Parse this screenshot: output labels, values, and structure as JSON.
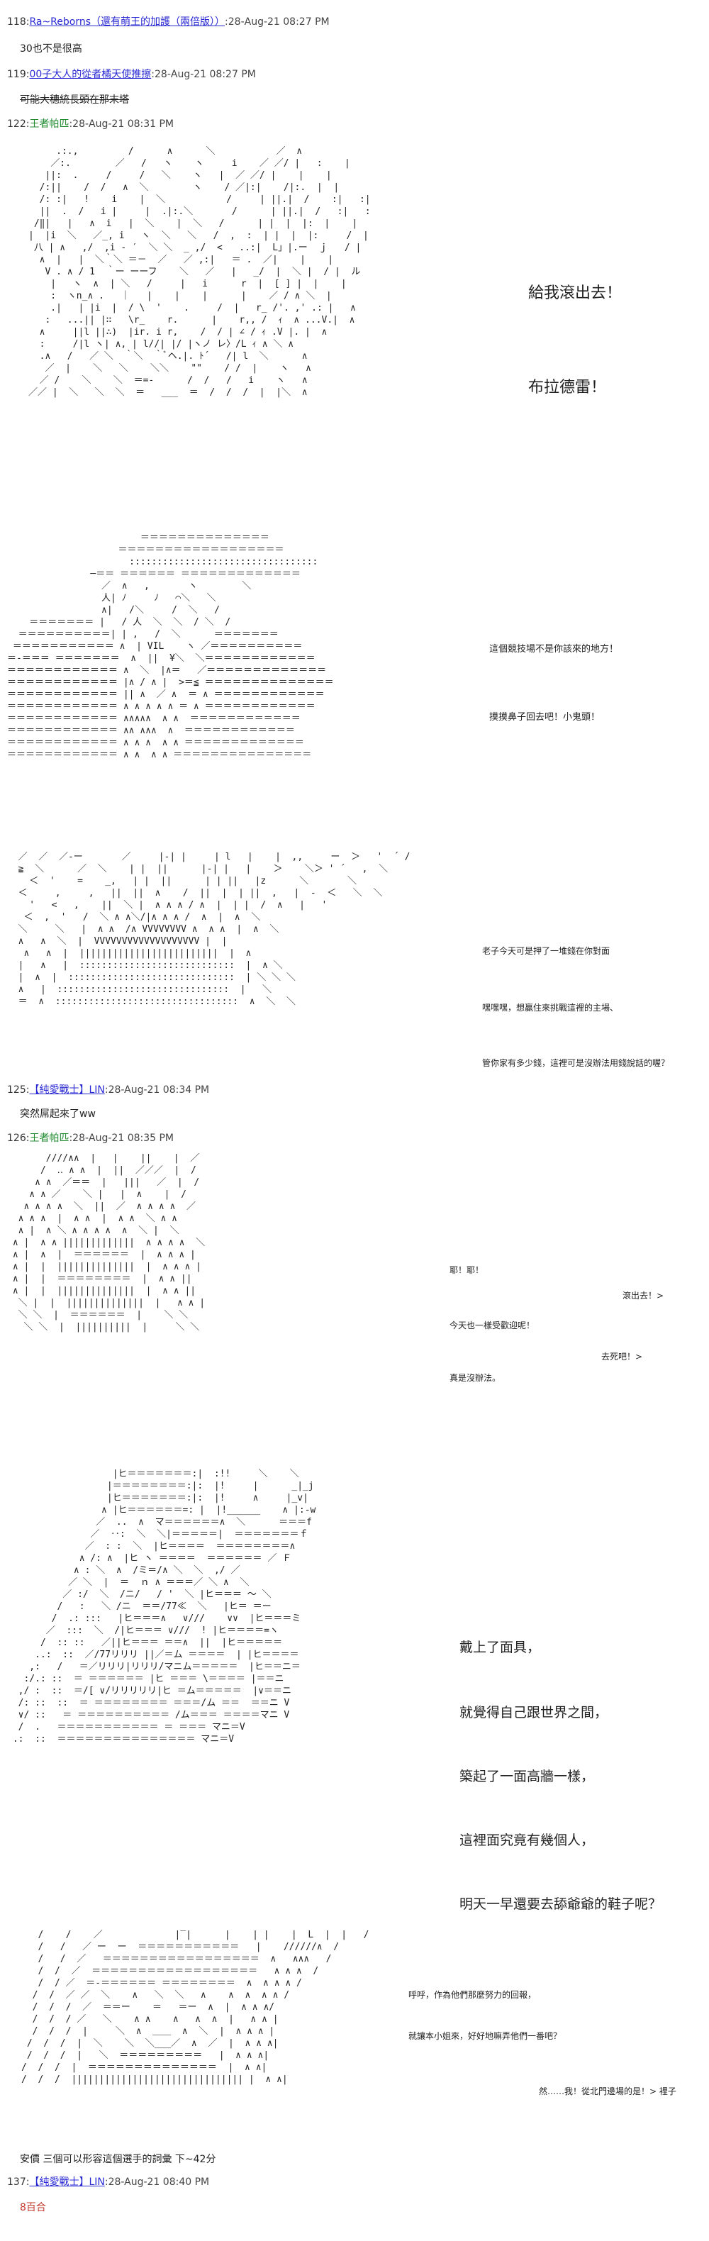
{
  "posts": [
    {
      "num": "118:",
      "name": "Ra~Reborns（還有萌王的加護（兩倍版））",
      "date": ":28-Aug-21 08:27 PM",
      "body": "30也不是很高"
    },
    {
      "num": "119:",
      "name": "00子大人的從者橘天使推擦",
      "date": ":28-Aug-21 08:27 PM",
      "body": "可能大穗統長頭在那末塔"
    },
    {
      "num": "122:",
      "name": "王者帕匹",
      "date": ":28-Aug-21 08:31 PM"
    },
    {
      "num": "125:",
      "name": "【純愛戰士】LIN",
      "date": ":28-Aug-21 08:34 PM",
      "body": "突然屌起來了ww"
    },
    {
      "num": "126:",
      "name": "王者帕匹",
      "date": ":28-Aug-21 08:35 PM"
    },
    {
      "num": "137:",
      "name": "【純愛戰士】LIN",
      "date": ":28-Aug-21 08:40 PM",
      "body": "8百合"
    }
  ],
  "dialogue": {
    "p1": [
      "給我滾出去！",
      "布拉德雷！"
    ],
    "p2": [
      "這個競技場不是你該來的地方！",
      "摸摸鼻子回去吧！小鬼頭！"
    ],
    "p3": [
      "老子今天可是押了一堆錢在你對面",
      "嘿嘿嘿，想贏住來挑戰這裡的主場、",
      "管你家有多少錢，這裡可是沒辦法用錢說話的喔？"
    ],
    "p4": [
      "耶！耶！",
      "滾出去！>",
      "今天也一樣受歡迎呢！",
      "去死吧！>",
      "真是沒辦法。"
    ],
    "p5": [
      "戴上了面具，",
      "就覺得自己跟世界之間，",
      "築起了一面高牆一樣，",
      "這裡面究竟有幾個人，",
      "明天一早還要去舔爺爺的鞋子呢？"
    ],
    "p6": [
      "呼呼，作為他們那麼努力的回報，",
      "就讓本小姐來，好好地嘛弄他們一番吧？",
      "然……我！從北門邊場的是！> 裡子"
    ]
  },
  "caption": "安價 三個可以形容這個選手的詞彙 下~42分",
  "aa": {
    "a1": "     .:.,         /      ∧      ＼           ／  ∧              \n    ／:.        ／   /   ヽ    ヽ     i    ／ ／/ |   :    |      \n   ||:  .     /     /   ＼    ヽ   |  ／ ／/ |    |    |      \n  /:||    /  /   ∧  ＼        ヽ    / ／|:|    /|:.  |  |    \n  /: :|   !    i    |  ＼           /     | ||.|  /    :|   :|   \n  ||  .  /   i |     |  .|:.＼       /      | ||.|  /   :|   :   \n /‖|   |   ∧  i   |  ＼    |  ＼   /      | |  |  |:  |    |   \n|  |i  ＼   ／_, i   ヽ  ＼   ＼   /  ,  :  | |  |  |:     /  |  \n 八 | ∧   ,/  ,i ‐ ′  ＼ ＼  _ ,/  <   ..:|  L」|.ー  ｊ   / |   \n  ∧  |   |  ＼｀＼ ＝－  ／   ／ ,:|   ＝ .  ／|    |    |  \n   V . ∧ / 1  ｀ー ーーフ    ＼   ／   |   _/  |  ＼ |  / |  ル\n    |   ヽ  ∧  | ＼   /     |   i      r  |  [ ] |  |    |     \n    :  ヽn_∧ .   ｜   |    |    |      |    ／ / ∧ ＼  |     \n    .|   | |i  |  / \\  '    .     /  |   r_ /'. ,' .: |   ∧    \n   :   ...|| |∷   \\r_    r.      |    r,, /  ｨ  ∧ ...V.|  ∧    \n  ∧     ||l ||∴)  |ir. i r,    /  / | ∠ / ｨ .V |. |  ∧   \n  :     /|l ヽ| ∧, | l//| |/ |ヽノ レ〉/L ｨ ∧ ＼ ∧       \n  .∧   /   ／ ＼  ｀＼  ｀ﾞヘ.|. ﾄ´   /| l  ＼      ∧   \n   ／  |    ＼   ＼    ＼＼    \"\"    / /  |    ヽ   ∧  \n  ／ /    ＼    ＼  ＝=-      /  /   /   i    ヽ   ∧   \n／／ |  ＼   ＼  ＼  ＝   ___  ＝  /  /  /  |  |＼  ∧  ",
    "a2": "                        ＝＝＝＝＝＝＝＝＝＝＝＝＝＝\n                    ＝＝＝＝＝＝＝＝＝＝＝＝＝＝＝＝＝＝\n                      ::::::::::::::::::::::::::::::::::\n               ─＝＝ ＝＝＝＝＝＝ ＝＝＝＝＝＝＝＝＝＝＝＝＝\n                 ／  ∧   ,       ヽ        ＼\n                 人| ﾉ     ﾉ   ⌒＼   ＼\n                 ∧|   /＼     /  ＼   /\n    ＝＝＝＝＝＝＝ |   / 人  ＼  ＼  / ＼  /\n  ＝＝＝＝＝＝＝＝＝＝| | ,   /  ＼      ＝＝＝＝＝＝＝\n ＝＝＝＝＝＝＝＝＝＝＝ ∧  | VIL    ヽ ／＝＝＝＝＝＝＝＝＝＝\n＝-＝＝＝ ＝＝＝＝＝＝＝  ∧  ||  ¥＼  ＼＝＝＝＝＝＝＝＝＝＝＝＝\n＝＝＝＝＝＝＝＝＝＝＝＝ ∧  ＼  |∧＝   ／＝＝＝＝＝＝＝＝＝＝＝＝＝\n＝＝＝＝＝＝＝＝＝＝＝＝ |∧ / ∧ |  >＝≦ ＝＝＝＝＝＝＝＝＝＝＝＝＝＝\n＝＝＝＝＝＝＝＝＝＝＝＝ || ∧  ／ ∧  ＝ ∧ ＝＝＝＝＝＝＝＝＝＝＝＝\n＝＝＝＝＝＝＝＝＝＝＝＝ ∧ ∧ ∧ ∧ ∧ ＝ ∧ ＝＝＝＝＝＝＝＝＝＝＝＝\n＝＝＝＝＝＝＝＝＝＝＝＝ ∧∧∧∧∧  ∧ ∧  ＝＝＝＝＝＝＝＝＝＝＝＝\n＝＝＝＝＝＝＝＝＝＝＝＝ ∧∧ ∧∧∧  ∧  ＝＝＝＝＝＝＝＝＝＝＝＝\n＝＝＝＝＝＝＝＝＝＝＝＝ ∧ ∧ ∧  ∧ ∧ ＝＝＝＝＝＝＝＝＝＝＝＝＝\n＝＝＝＝＝＝＝＝＝＝＝＝ ∧ ∧  ∧ ∧ ＝＝＝＝＝＝＝＝＝＝＝＝＝＝＝",
    "a3": "  ／  ／  ／‐ー       ／     |-| |     | l   |    |  ,,     ー  ＞   '  ´ /\n  ≧  ＼      ／  ＼    | |  ||      |-| |   |    ＞    ＼＞ ' ´   ,  ＼\n    ＜  '    =    _,   | |  ||      | | ||   |z      ＼       ＼\n  ＜     ,     ,   ||  ||  ∧    /  ||  |  | ||  ,   |  -  ＜   ＼  ＼\n    '   <   ,    ||  ＼ |  ∧ ∧ ∧ / ∧  |  | |  /  ∧   |   '  \n   ＜  ,  '   /  ＼ ∧ ∧＼/|∧ ∧ ∧ /  ∧  |  ∧  ＼   \n  ＼     ＼   |  ∧ ∧  /∧ VVVVVVVV ∧  ∧ ∧  |  ∧  ＼  \n  ∧   ∧  ＼  |  VVVVVVVVVVVVVVVVVVV |  |   \n   ∧   ∧  |  |||||||||||||||||||||||||  |  ∧  \n  |   ∧   |  ::::::::::::::::::::::::::::  |  ∧ ＼  \n  |  ∧  |  ::::::::::::::::::::::::::::::  | ＼ ＼ ＼ \n  ∧   |  :::::::::::::::::::::::::::::::  |   ＼   \n  ＝  ∧  :::::::::::::::::::::::::::::::::  ∧  ＼  ＼ ",
    "a4": "       ////∧∧  |   |    ||    |  ／\n      /  ‥ ∧ ∧  |  ||  ／／／  |  /\n     ∧ ∧  ／＝＝  |   |||   ／  |  /\n    ∧ ∧ ／    ＼ |   |  ∧    |  /\n   ∧ ∧ ∧ ∧  ＼  ||  ／  ∧ ∧ ∧ ∧  ／\n  ∧ ∧ ∧  |  ∧ ∧  |  ∧ ∧  ＼ ∧ ∧\n  ∧ |  ∧ ＼ ∧ ∧ ∧ ∧  ∧  ＼ |  ＼\n ∧ |  ∧ ∧ |||||||||||||  ∧ ∧ ∧ ∧  ＼\n ∧ |  ∧  |  ＝＝＝＝＝＝  |  ∧ ∧ ∧ |\n ∧ |  |  ||||||||||||||  |  ∧ ∧ ∧ |\n ∧ |  |  ＝＝＝＝＝＝＝＝  |  ∧ ∧ ||\n ∧ |  |  ||||||||||||||  |  ∧ ∧ ||\n  ＼ |  |  ||||||||||||||  |   ∧ ∧ |\n  ＼ ＼  |  ＝＝＝＝＝＝  |    ＼ ＼\n   ＼ ＼  |  ||||||||||  |     ＼ ＼",
    "a5": "                   |ヒ＝＝＝＝＝＝＝:|  :!!     ＼    ＼\n                  |＝＝＝＝＝＝＝＝:|:  |!     |      _|_j\n                  |ヒ＝＝＝＝＝＝＝:|:  |!     ∧     |_v|\n                 ∧ |ヒ＝＝＝＝＝＝=: |  |!______    ∧ |:-w\n                ／  ..  ∧  マ＝＝＝＝＝＝∧  ＼      ＝＝＝f\n               ／  ‥:  ＼  ＼|＝＝＝＝＝|  ＝＝＝＝＝＝＝ｆ\n              ／  : :  ＼  |ヒ＝＝＝＝  ＝＝＝＝＝＝＝＝∧\n             ∧ /: ∧  |ヒ ヽ ＝＝＝＝  ＝＝＝＝＝＝ ／ Ｆ\n            ∧ : ＼  ∧  /ミ＝/∧ ＼  ＼  ,/ ／\n           ／ ＼  |  ＝  ｎ ∧ ＝＝＝／ ＼ ∧  ＼\n          ／ :/  ＼  /ニ/   / '  ＼ |ヒ＝＝＝ 〜 ＼\n         /   :   ＼ /ニ  ＝＝/77≪  ＼   |ヒ＝ ＝ー\n        /  .: :::   |ヒ＝＝＝∧   ∨///    ∨∨  |ヒ＝＝＝ミ\n       ／  :::  ＼  /|ヒ＝＝＝ ∨///  ! |ヒ＝＝＝＝=ヽ\n      /  :: ::   ／||ヒ＝＝＝ ＝＝∧  ||  |ヒ＝＝＝＝＝\n     ..:  ::  ／/77リリリ ||／＝ム ＝＝＝＝  | |ヒ＝＝＝＝\n    ,:   /   ＝／リリリ|リリリ/マニム＝＝＝＝＝  |ヒ＝＝ニ＝\n   :/.: ::  ＝ ＝＝＝＝＝＝ |ヒ ＝＝＝ \\＝＝＝＝ |＝＝ニ\n  ,/ :  ::  ＝/[ ∨/リリリリリ|ヒ ＝ム＝＝＝＝＝  |∨＝＝ニ\n  /: ::  ::  ＝ ＝＝＝＝＝＝＝＝ ＝＝＝/ム ＝＝  ＝＝ニ V\n  ∨/ ::   ＝ ＝＝＝＝＝＝＝＝＝＝ /ム＝＝＝ ＝＝＝＝マニ V\n  /  .   ＝＝＝＝＝＝＝＝＝＝＝ ＝ ＝＝＝ マニ＝V\n .:  ::  ＝＝＝＝＝＝＝＝＝＝＝＝＝＝＝ マニ＝V",
    "a6": "   /    /    ／             |‾|      |    | |    |  L  |  |   /\n   /   /   ／ ー  ー  ＝＝＝＝＝＝＝＝＝＝＝   |    //////∧  /\n   /   /  ／   ＝＝＝＝＝＝＝＝＝＝＝＝＝＝＝＝＝  ∧   ∧∧∧   /\n   /  /  ／  ＝＝＝＝＝＝＝＝＝＝＝＝＝＝＝＝＝＝   ∧ ∧ ∧  /\n   /  / ／  ＝-＝＝＝＝＝＝ ＝＝＝＝＝＝＝＝  ∧  ∧ ∧ ∧ /\n  /  /  ／ ／  ＼    ∧   ＼  ＼   ∧    ∧  ∧  ∧ ∧ /\n  /  /  /  ／  ＝＝ー    ＝   ＝ー  ∧  |  ∧ ∧ ∧/\n  /  /  / ／   ＼    ∧ ∧    ∧   ∧  ∧  |   ∧ ∧ |\n  /  /  /  |     ＼  ∧  ＿＿  ∧  ＼  |  ∧ ∧ ∧ |\n /  /  /  |  ＼    ＼  ＼___／  ∧  ／  |  ∧ ∧ ∧|\n /  /  /  |   ＼  ＝＝＝＝＝＝＝＝＝   |  ∧ ∧ ∧|\n/  /  /  |  ＝＝＝＝＝＝＝＝＝＝＝＝＝＝  |  ∧ ∧|\n/  /  /  ||||||||||||||||||||||||||||||| |  ∧ ∧|"
  }
}
